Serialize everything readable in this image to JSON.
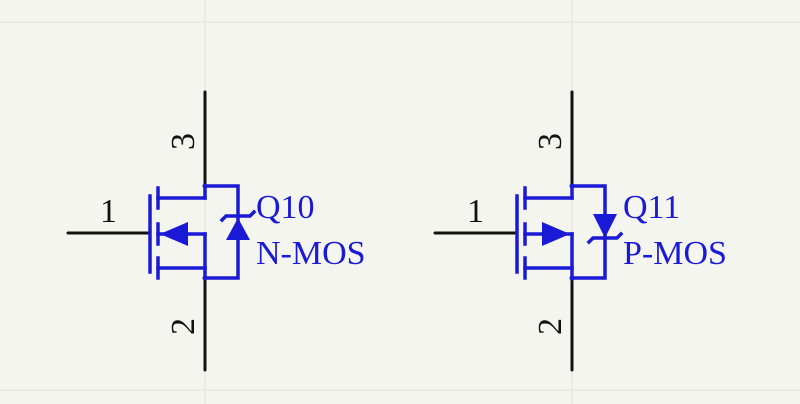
{
  "colors": {
    "background": "#f5f5ef",
    "grid": "#e2e2dc",
    "wire": "#111111",
    "symbol": "#1a1ad6"
  },
  "components": [
    {
      "designator": "Q10",
      "value": "N-MOS",
      "type": "n-channel",
      "pins": {
        "gate": "1",
        "drain": "3",
        "source": "2"
      }
    },
    {
      "designator": "Q11",
      "value": "P-MOS",
      "type": "p-channel",
      "pins": {
        "gate": "1",
        "drain": "3",
        "source": "2"
      }
    }
  ]
}
